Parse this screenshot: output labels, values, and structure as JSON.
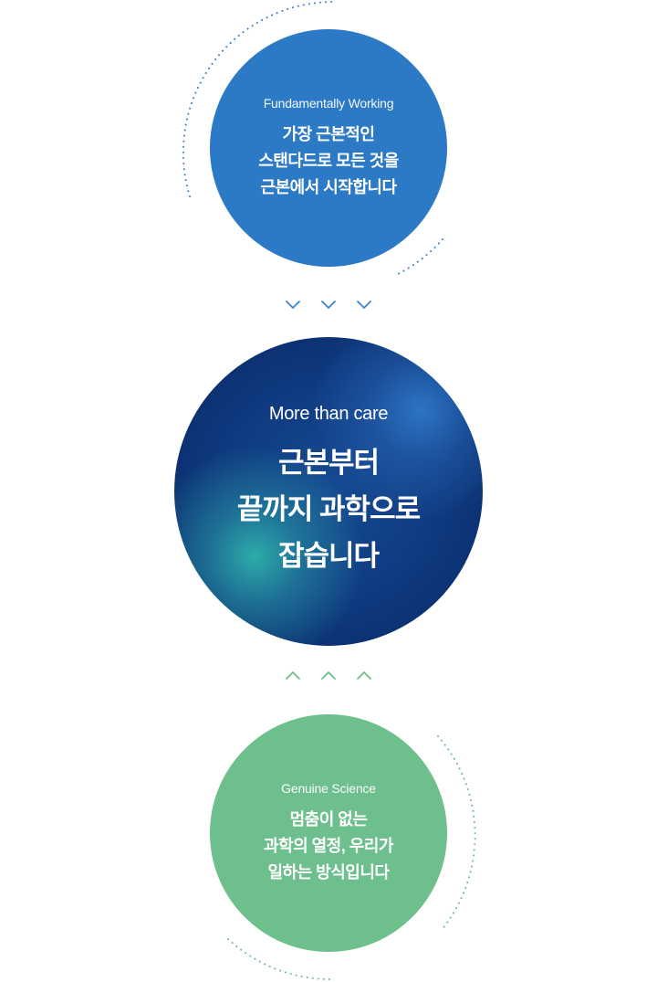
{
  "top_circle": {
    "eyebrow": "Fundamentally Working",
    "lines": [
      "가장 근본적인",
      "스탠다드로 모든 것을",
      "근본에서 시작합니다"
    ]
  },
  "middle_circle": {
    "eyebrow": "More than care",
    "lines": [
      "근본부터",
      "끝까지 과학으로",
      "잡습니다"
    ]
  },
  "bottom_circle": {
    "eyebrow": "Genuine Science",
    "lines": [
      "멈춤이 없는",
      "과학의 열정, 우리가",
      "일하는 방식입니다"
    ]
  },
  "colors": {
    "top_circle": "#2c79c6",
    "bottom_circle": "#6dbf8e",
    "middle_circle_base": "#0f3a80",
    "down_arrow": "#3b82cc",
    "up_arrow": "#6dbf8e",
    "dotted_arc_blue": "#3b82cc",
    "dotted_arc_green": "#6dbf8e"
  },
  "icons": {
    "down_arrows": "arrow-down-icon",
    "up_arrows": "arrow-up-icon"
  }
}
